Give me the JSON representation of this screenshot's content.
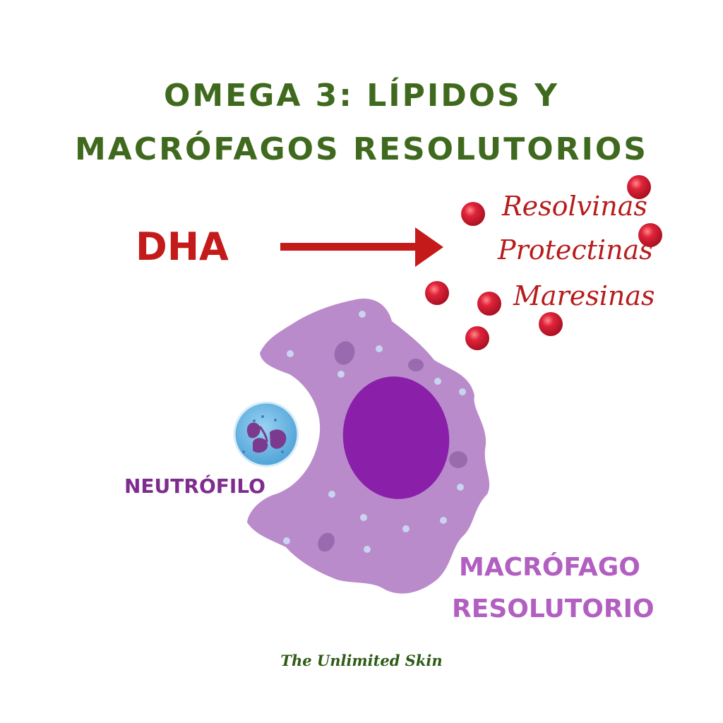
{
  "title": {
    "line1": "OMEGA 3: LÍPIDOS Y",
    "line2": "MACRÓFAGOS RESOLUTORIOS"
  },
  "source": "DHA",
  "mediators": [
    "Resolvinas",
    "Protectinas",
    "Maresinas"
  ],
  "cells": {
    "neutrophil": "NEUTRÓFILO",
    "macrophage_line1": "MACRÓFAGO",
    "macrophage_line2": "RESOLUTORIO"
  },
  "brand": "The Unlimited Skin",
  "colors": {
    "title": "#3f6a1e",
    "dha": "#c41a1a",
    "arrow": "#c41a1a",
    "mediator_text": "#b71c1c",
    "macrophage_body": "#b98bcb",
    "macrophage_nucleus": "#8a1faa",
    "neutrophil_body": "#6fb8e6",
    "label_purple": "#b15fc1"
  }
}
